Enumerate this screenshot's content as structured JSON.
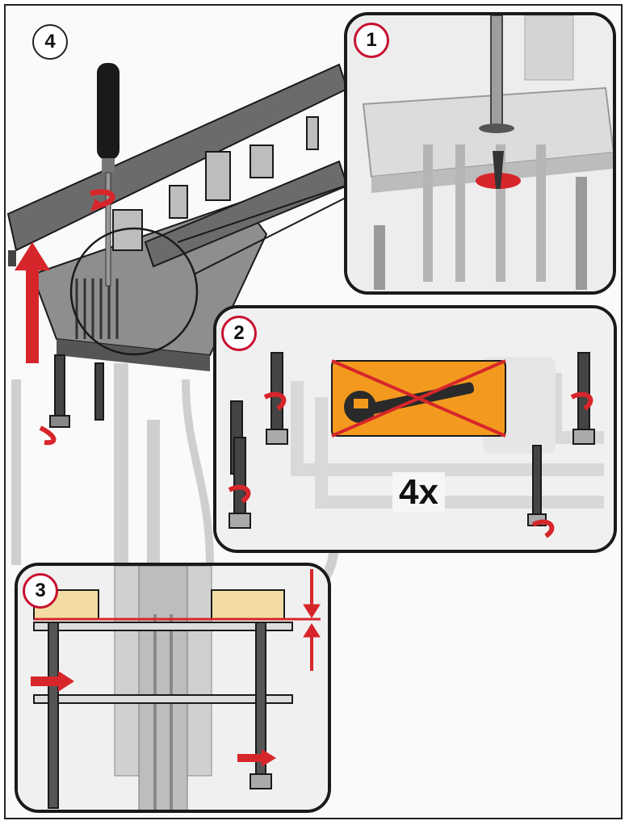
{
  "steps": {
    "main": "4",
    "detail_screw": "1",
    "detail_bolts": "2",
    "detail_gap": "3"
  },
  "bolts_label": "4x",
  "colors": {
    "arrow": "#d7262b",
    "warning_bg": "#f39a1e",
    "outline": "#1a1a1a"
  }
}
